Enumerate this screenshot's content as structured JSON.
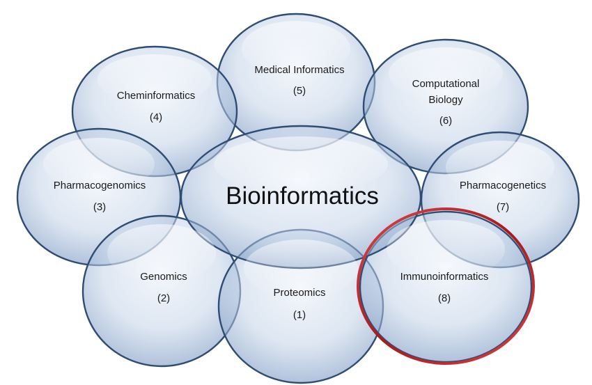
{
  "center": {
    "label": "Bioinformatics"
  },
  "fields": [
    {
      "key": "medical-informatics",
      "lines": [
        "Medical Informatics"
      ],
      "number": "(5)"
    },
    {
      "key": "cheminformatics",
      "lines": [
        "Cheminformatics"
      ],
      "number": "(4)"
    },
    {
      "key": "computational-biology",
      "lines": [
        "Computational",
        "Biology"
      ],
      "number": "(6)"
    },
    {
      "key": "pharmacogenomics",
      "lines": [
        "Pharmacogenomics"
      ],
      "number": "(3)"
    },
    {
      "key": "pharmacogenetics",
      "lines": [
        "Pharmacogenetics"
      ],
      "number": "(7)"
    },
    {
      "key": "genomics",
      "lines": [
        "Genomics"
      ],
      "number": "(2)"
    },
    {
      "key": "proteomics",
      "lines": [
        "Proteomics"
      ],
      "number": "(1)"
    },
    {
      "key": "immunoinformatics",
      "lines": [
        "Immunoinformatics"
      ],
      "number": "(8)"
    }
  ],
  "highlighted": "immunoinformatics",
  "colors": {
    "bubble_light": "#e9eff8",
    "bubble_mid": "#b7c8e1",
    "bubble_dark": "#7f9cc4",
    "outline": "#2f4c73",
    "highlight": "#c0282c"
  }
}
